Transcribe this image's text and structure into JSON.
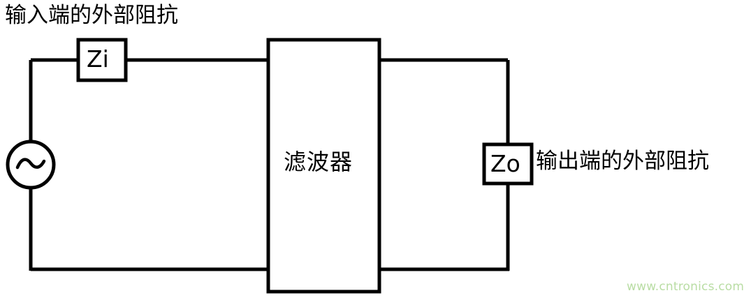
{
  "diagram": {
    "title": "输入端的外部阻抗",
    "output_label": "输出端的外部阻抗",
    "blocks": {
      "filter": "滤波器",
      "input_impedance": "Zi",
      "output_impedance": "Zo"
    },
    "source": {
      "icon": "ac-source-sine-icon"
    },
    "colors": {
      "line": "#000000",
      "background": "#ffffff",
      "watermark": "#b9dda4"
    }
  },
  "watermark": {
    "text": "www.cntronics.com"
  }
}
